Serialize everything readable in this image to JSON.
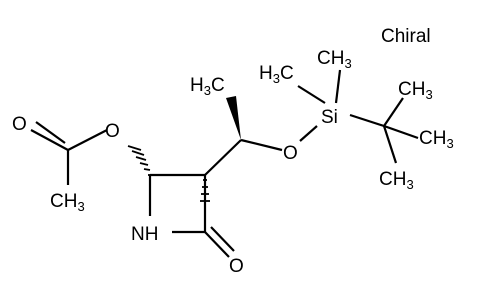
{
  "molecule": {
    "chirality_label": "Chiral",
    "atom_labels": {
      "ester_o": "O",
      "carbonyl_o_acetyl": "O",
      "acetyl_methyl": "CH3",
      "amide_n": "NH",
      "lactam_o": "O",
      "ether_o": "O",
      "silicon": "Si",
      "side_chain_methyl": "H3C",
      "si_methyl_1": "H3C",
      "si_methyl_2": "CH3",
      "tbu_methyl_top": "CH3",
      "tbu_methyl_right": "CH3",
      "tbu_methyl_bottom": "CH3"
    }
  }
}
